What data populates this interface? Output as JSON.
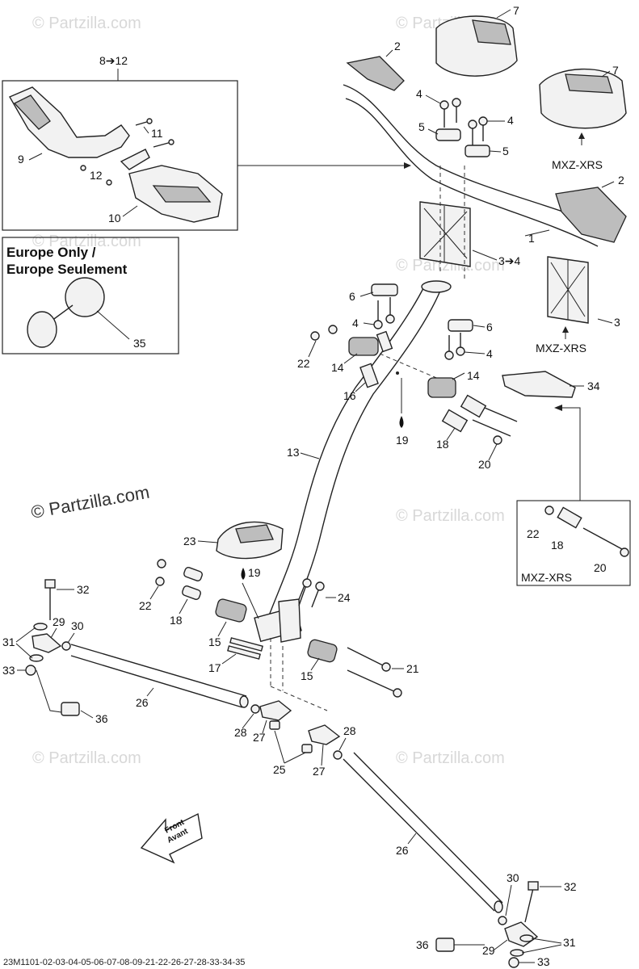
{
  "watermarks": {
    "copyright": "© Partzilla.com",
    "faint": "© Partzilla.com"
  },
  "inset_top": {
    "range_label": "8➔12"
  },
  "inset_europe": {
    "title_line1": "Europe Only /",
    "title_line2": "Europe Seulement"
  },
  "variant_label": "MXZ-XRS",
  "callouts": {
    "c1": "1",
    "c2a": "2",
    "c2b": "2",
    "c3": "3",
    "c34a": "3➔4",
    "c4a": "4",
    "c4b": "4",
    "c4c": "4",
    "c4d": "4",
    "c5a": "5",
    "c5b": "5",
    "c6a": "6",
    "c6b": "6",
    "c7a": "7",
    "c7b": "7",
    "c9": "9",
    "c10": "10",
    "c11": "11",
    "c12": "12",
    "c13": "13",
    "c14a": "14",
    "c14b": "14",
    "c15a": "15",
    "c15b": "15",
    "c16": "16",
    "c17": "17",
    "c18a": "18",
    "c18b": "18",
    "c18c": "18",
    "c19a": "19",
    "c19b": "19",
    "c20a": "20",
    "c20b": "20",
    "c21": "21",
    "c22a": "22",
    "c22b": "22",
    "c22c": "22",
    "c23": "23",
    "c24": "24",
    "c25": "25",
    "c26a": "26",
    "c26b": "26",
    "c27a": "27",
    "c27b": "27",
    "c28a": "28",
    "c28b": "28",
    "c29a": "29",
    "c29b": "29",
    "c30a": "30",
    "c30b": "30",
    "c31a": "31",
    "c31b": "31",
    "c32a": "32",
    "c32b": "32",
    "c33a": "33",
    "c33b": "33",
    "c34": "34",
    "c35": "35",
    "c36a": "36",
    "c36b": "36"
  },
  "front_arrow": {
    "line1": "Front",
    "line2": "Avant"
  },
  "footer": "23M1101-02-03-04-05-06-07-08-09-21-22-26-27-28-33-34-35"
}
